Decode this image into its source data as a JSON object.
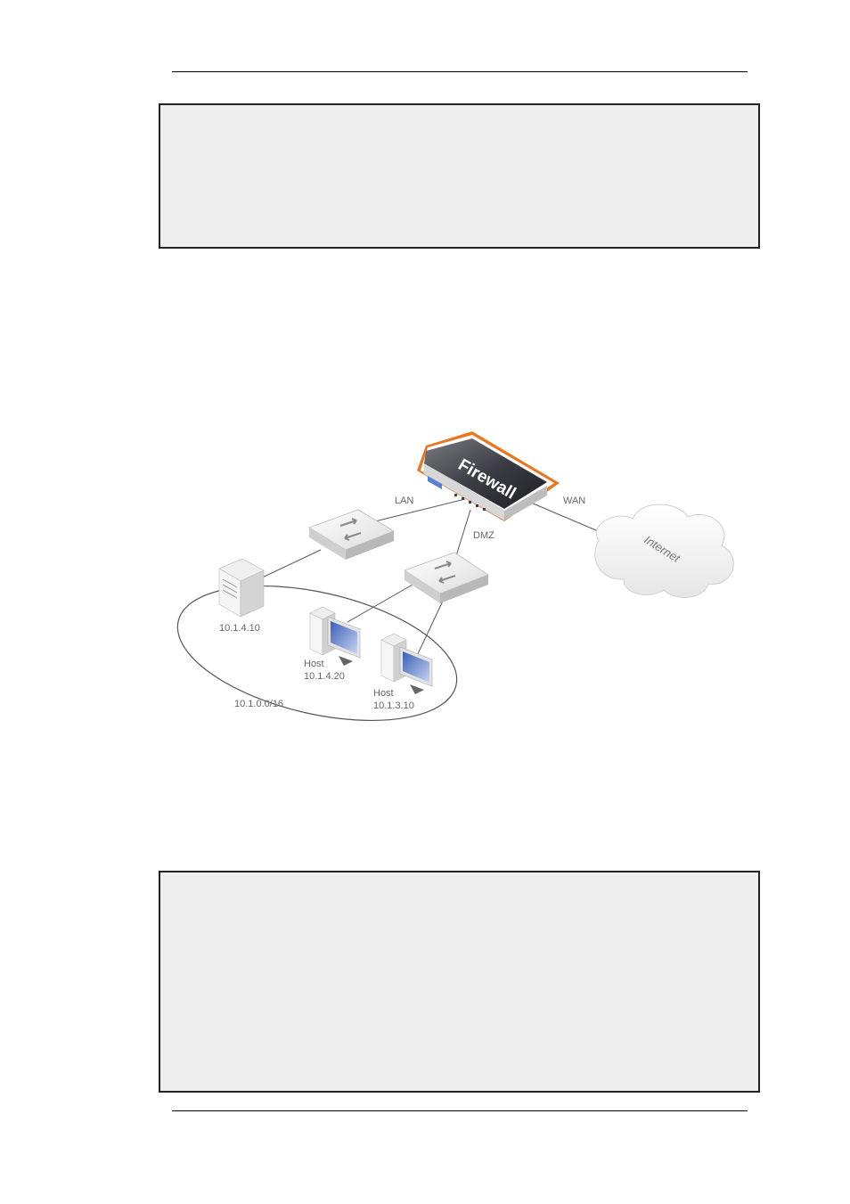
{
  "diagram": {
    "firewall_label": "Firewall",
    "lan_label": "LAN",
    "wan_label": "WAN",
    "dmz_label": "DMZ",
    "internet_label": "Internet",
    "server": {
      "ip": "10.1.4.10"
    },
    "host1": {
      "label": "Host",
      "ip": "10.1.4.20"
    },
    "host2": {
      "label": "Host",
      "ip": "10.1.3.10"
    },
    "network_label": "10.1.0.0/16"
  },
  "colors": {
    "firewall_accent": "#e87722",
    "box_background": "#eeeeee"
  }
}
